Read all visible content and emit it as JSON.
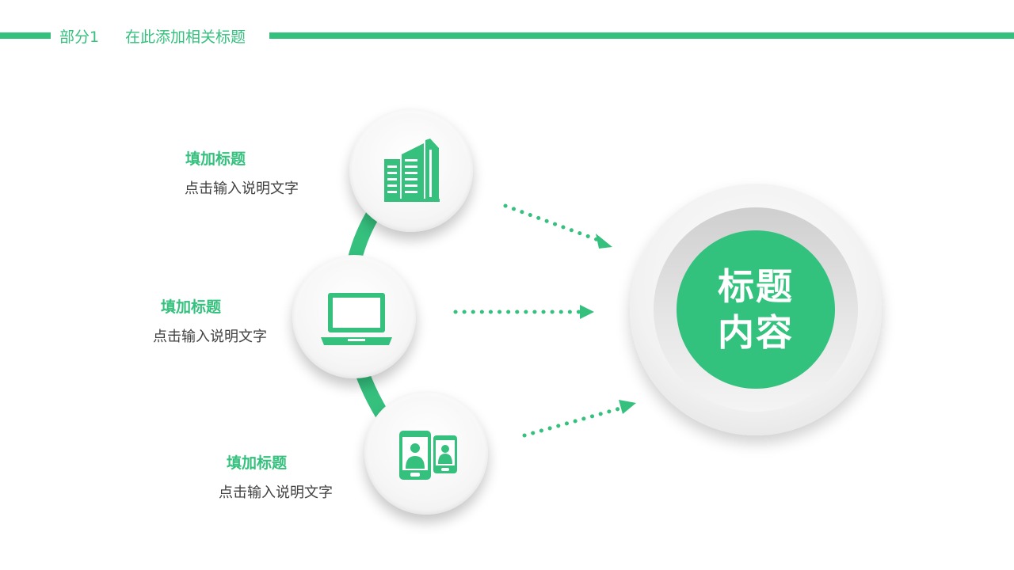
{
  "header": {
    "section": "部分1",
    "title": "在此添加相关标题"
  },
  "items": [
    {
      "title": "填加标题",
      "desc": "点击输入说明文字",
      "icon": "building-icon"
    },
    {
      "title": "填加标题",
      "desc": "点击输入说明文字",
      "icon": "laptop-icon"
    },
    {
      "title": "填加标题",
      "desc": "点击输入说明文字",
      "icon": "mobile-contacts-icon"
    }
  ],
  "center": {
    "line1": "标题",
    "line2": "内容"
  },
  "colors": {
    "accent": "#35c07e",
    "text": "#404040"
  }
}
